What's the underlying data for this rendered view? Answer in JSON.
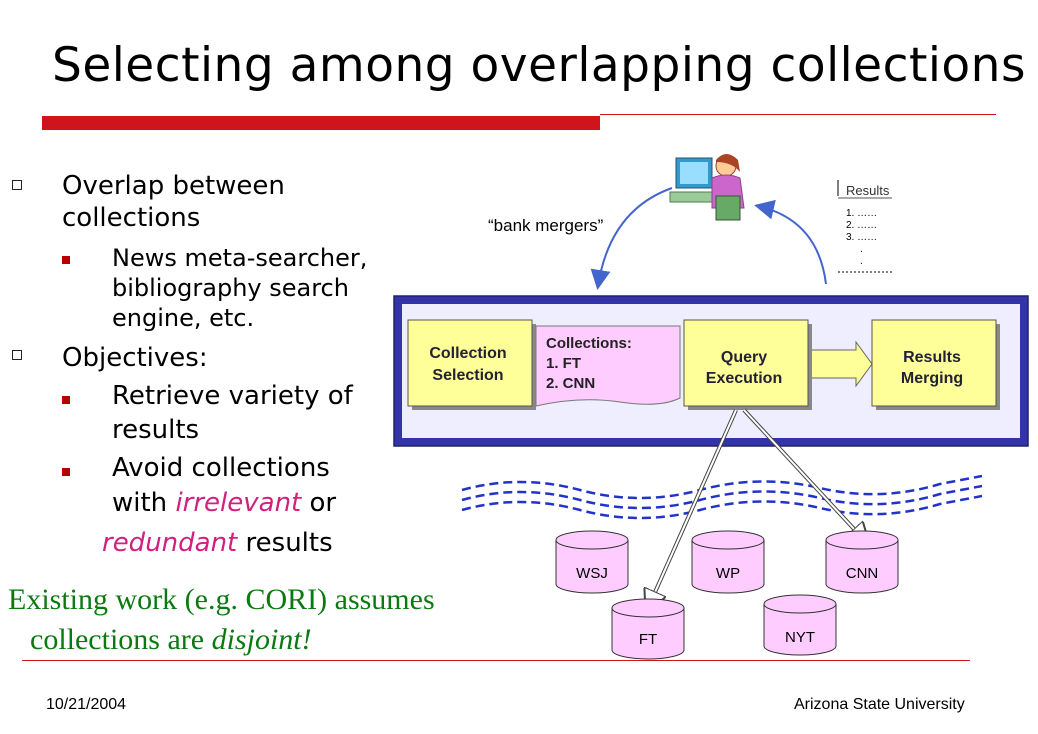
{
  "slide": {
    "title": "Selecting among overlapping collections",
    "bullets": {
      "b1": "Overlap between",
      "b1b": "collections",
      "b1_sub1": "News meta-searcher,",
      "b1_sub2": "bibliography search",
      "b1_sub3": "engine, etc.",
      "b2": "Objectives:",
      "b2_sub1a": "Retrieve variety of",
      "b2_sub1b": "results",
      "b2_sub2a": "Avoid collections",
      "b2_sub2b_pre": "with ",
      "b2_sub2b_em": "irrelevant",
      "b2_sub2b_post": " or",
      "b2_sub2c_em": "redundant",
      "b2_sub2c_post": " results"
    },
    "existing": {
      "line1": "Existing work (e.g. CORI) assumes",
      "line2_pre": "collections are ",
      "line2_em": "disjoint!"
    },
    "footer": {
      "date": "10/21/2004",
      "org": "Arizona State University"
    }
  },
  "diagram": {
    "query_label": "“bank mergers”",
    "results_title": "Results",
    "results_lines": [
      "1. ……",
      "2. ……",
      "3. ……",
      ".",
      "."
    ],
    "collection_selection": [
      "Collection",
      "Selection"
    ],
    "collections_note": [
      "Collections:",
      "1.  FT",
      "2.  CNN"
    ],
    "query_execution": [
      "Query",
      "Execution"
    ],
    "results_merging": [
      "Results",
      "Merging"
    ],
    "databases": [
      "WSJ",
      "WP",
      "CNN",
      "FT",
      "NYT"
    ],
    "colors": {
      "box_fill": "#ffff99",
      "note_fill": "#ffccff",
      "pipeline_border": "#3333aa",
      "pipeline_fill": "#eeeeff",
      "db_fill": "#ffccff",
      "wave": "#2233cc",
      "accent_red": "#d0141b",
      "existing_green": "#0a7a10"
    }
  }
}
